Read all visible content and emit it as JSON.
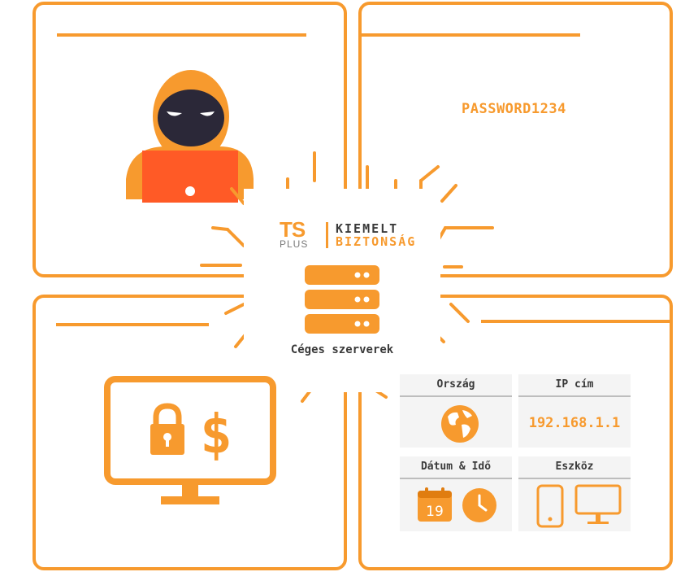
{
  "password": {
    "text": "PASSWORD1234"
  },
  "logo": {
    "ts": "TS",
    "plus": "PLUS",
    "line1": "KIEMELT",
    "line2": "BIZTONSÁG"
  },
  "server": {
    "label": "Céges szerverek"
  },
  "info": {
    "country": {
      "label": "Ország",
      "icon": "globe-icon"
    },
    "ip": {
      "label": "IP cím",
      "value": "192.168.1.1"
    },
    "datetime": {
      "label": "Dátum & Idő",
      "calendar_day": "19",
      "icons": [
        "calendar-icon",
        "clock-icon"
      ]
    },
    "device": {
      "label": "Eszköz",
      "icons": [
        "smartphone-icon",
        "desktop-icon"
      ]
    }
  },
  "monitor": {
    "dollar": "$",
    "icons": [
      "padlock-icon",
      "dollar-icon"
    ]
  },
  "colors": {
    "accent": "#f79a2e",
    "accent_dark": "#ff5a26",
    "hood": "#f79a2e",
    "face": "#2b2838",
    "text": "#3a3a3a"
  }
}
